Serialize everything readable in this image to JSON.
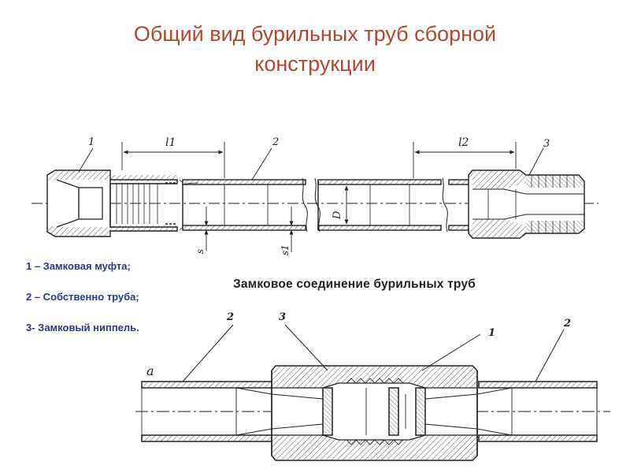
{
  "title": {
    "line1": "Общий вид бурильных труб сборной",
    "line2": "конструкции"
  },
  "legend": [
    {
      "text": "1 – Замковая муфта;"
    },
    {
      "text": "2 – Собственно труба;"
    },
    {
      "text": "3- Замковый ниппель."
    }
  ],
  "subtitle": "Замковое соединение бурильных труб",
  "top_drawing": {
    "callouts": {
      "c1": "1",
      "c2": "2",
      "c3": "3"
    },
    "dims": {
      "l1": "l1",
      "l2": "l2",
      "D": "D",
      "s": "s",
      "s1": "s1"
    }
  },
  "bottom_drawing": {
    "callouts": {
      "c2a": "2",
      "c3": "3",
      "c1": "1",
      "c2b": "2"
    },
    "axis_label": "a"
  }
}
